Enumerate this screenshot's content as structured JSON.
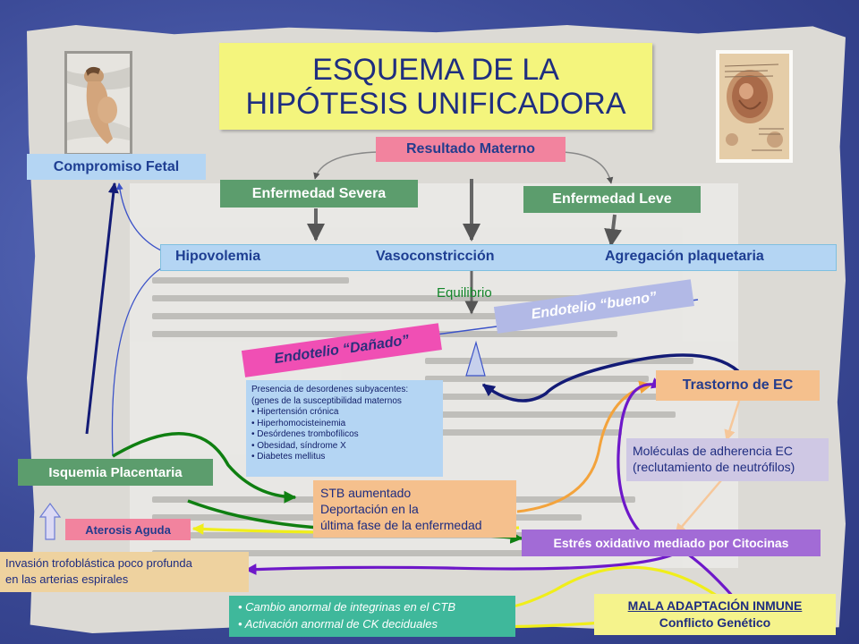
{
  "title": {
    "line1": "ESQUEMA DE LA",
    "line2": "HIPÓTESIS UNIFICADORA"
  },
  "nodes": {
    "resultado_materno": "Resultado Materno",
    "compromiso_fetal": "Compromiso Fetal",
    "enfermedad_severa": "Enfermedad Severa",
    "enfermedad_leve": "Enfermedad Leve",
    "hipovolemia": "Hipovolemia",
    "vasoconstriccion": "Vasoconstricción",
    "agregacion": "Agregación plaquetaria",
    "equilibrio": "Equilibrio",
    "endotelio_bueno": "Endotelio “bueno”",
    "endotelio_danado": "Endotelio “Dañado”",
    "trastorno_ec": "Trastorno de EC",
    "moleculas_line1": "Moléculas de adherencia  EC",
    "moleculas_line2": "(reclutamiento de neutrófilos)",
    "isquemia": "Isquemia Placentaria",
    "aterosis": "Aterosis Aguda",
    "stb_line1": "STB aumentado",
    "stb_line2": "Deportación en la",
    "stb_line3": "última fase de la enfermedad",
    "estres": "Estrés oxidativo mediado por Citocinas",
    "invasion_line1": "Invasión trofoblástica poco profunda",
    "invasion_line2": "en las arterias espirales",
    "mala_adaptacion": "MALA ADAPTACIÓN  INMUNE",
    "conflicto": "Conflicto Genético"
  },
  "presencia": {
    "heading1": "Presencia de desordenes subyacentes:",
    "heading2": "(genes de la susceptibilidad maternos",
    "items": [
      "Hipertensión crónica",
      "Hiperhomocisteinemia",
      "Desórdenes trombofílicos",
      "Obesidad, síndrome X",
      "Diabetes mellitus"
    ]
  },
  "integrinas": {
    "items": [
      "Cambio anormal de integrinas  en el CTB",
      "Activación anormal de CK deciduales"
    ]
  },
  "colors": {
    "background": "#3d4e9c",
    "title_fill": "#f4f57d",
    "title_text": "#1f2e80",
    "green_box": "#5c9d6d",
    "pink_box": "#f2839e",
    "orange_box": "#f5c08d",
    "blue_box": "#b4d5f3",
    "lavender_box": "#cfc8e4",
    "purple_box": "#a26bd6",
    "tan_box": "#eed29f",
    "yellow_box": "#f5f38c",
    "teal_box": "#3fb89b",
    "arrow_green": "#0f7f11",
    "arrow_purple": "#6e18c9",
    "arrow_navy": "#131b76",
    "arrow_orange": "#f3a33c",
    "arrow_yellow": "#f0ee1a"
  }
}
